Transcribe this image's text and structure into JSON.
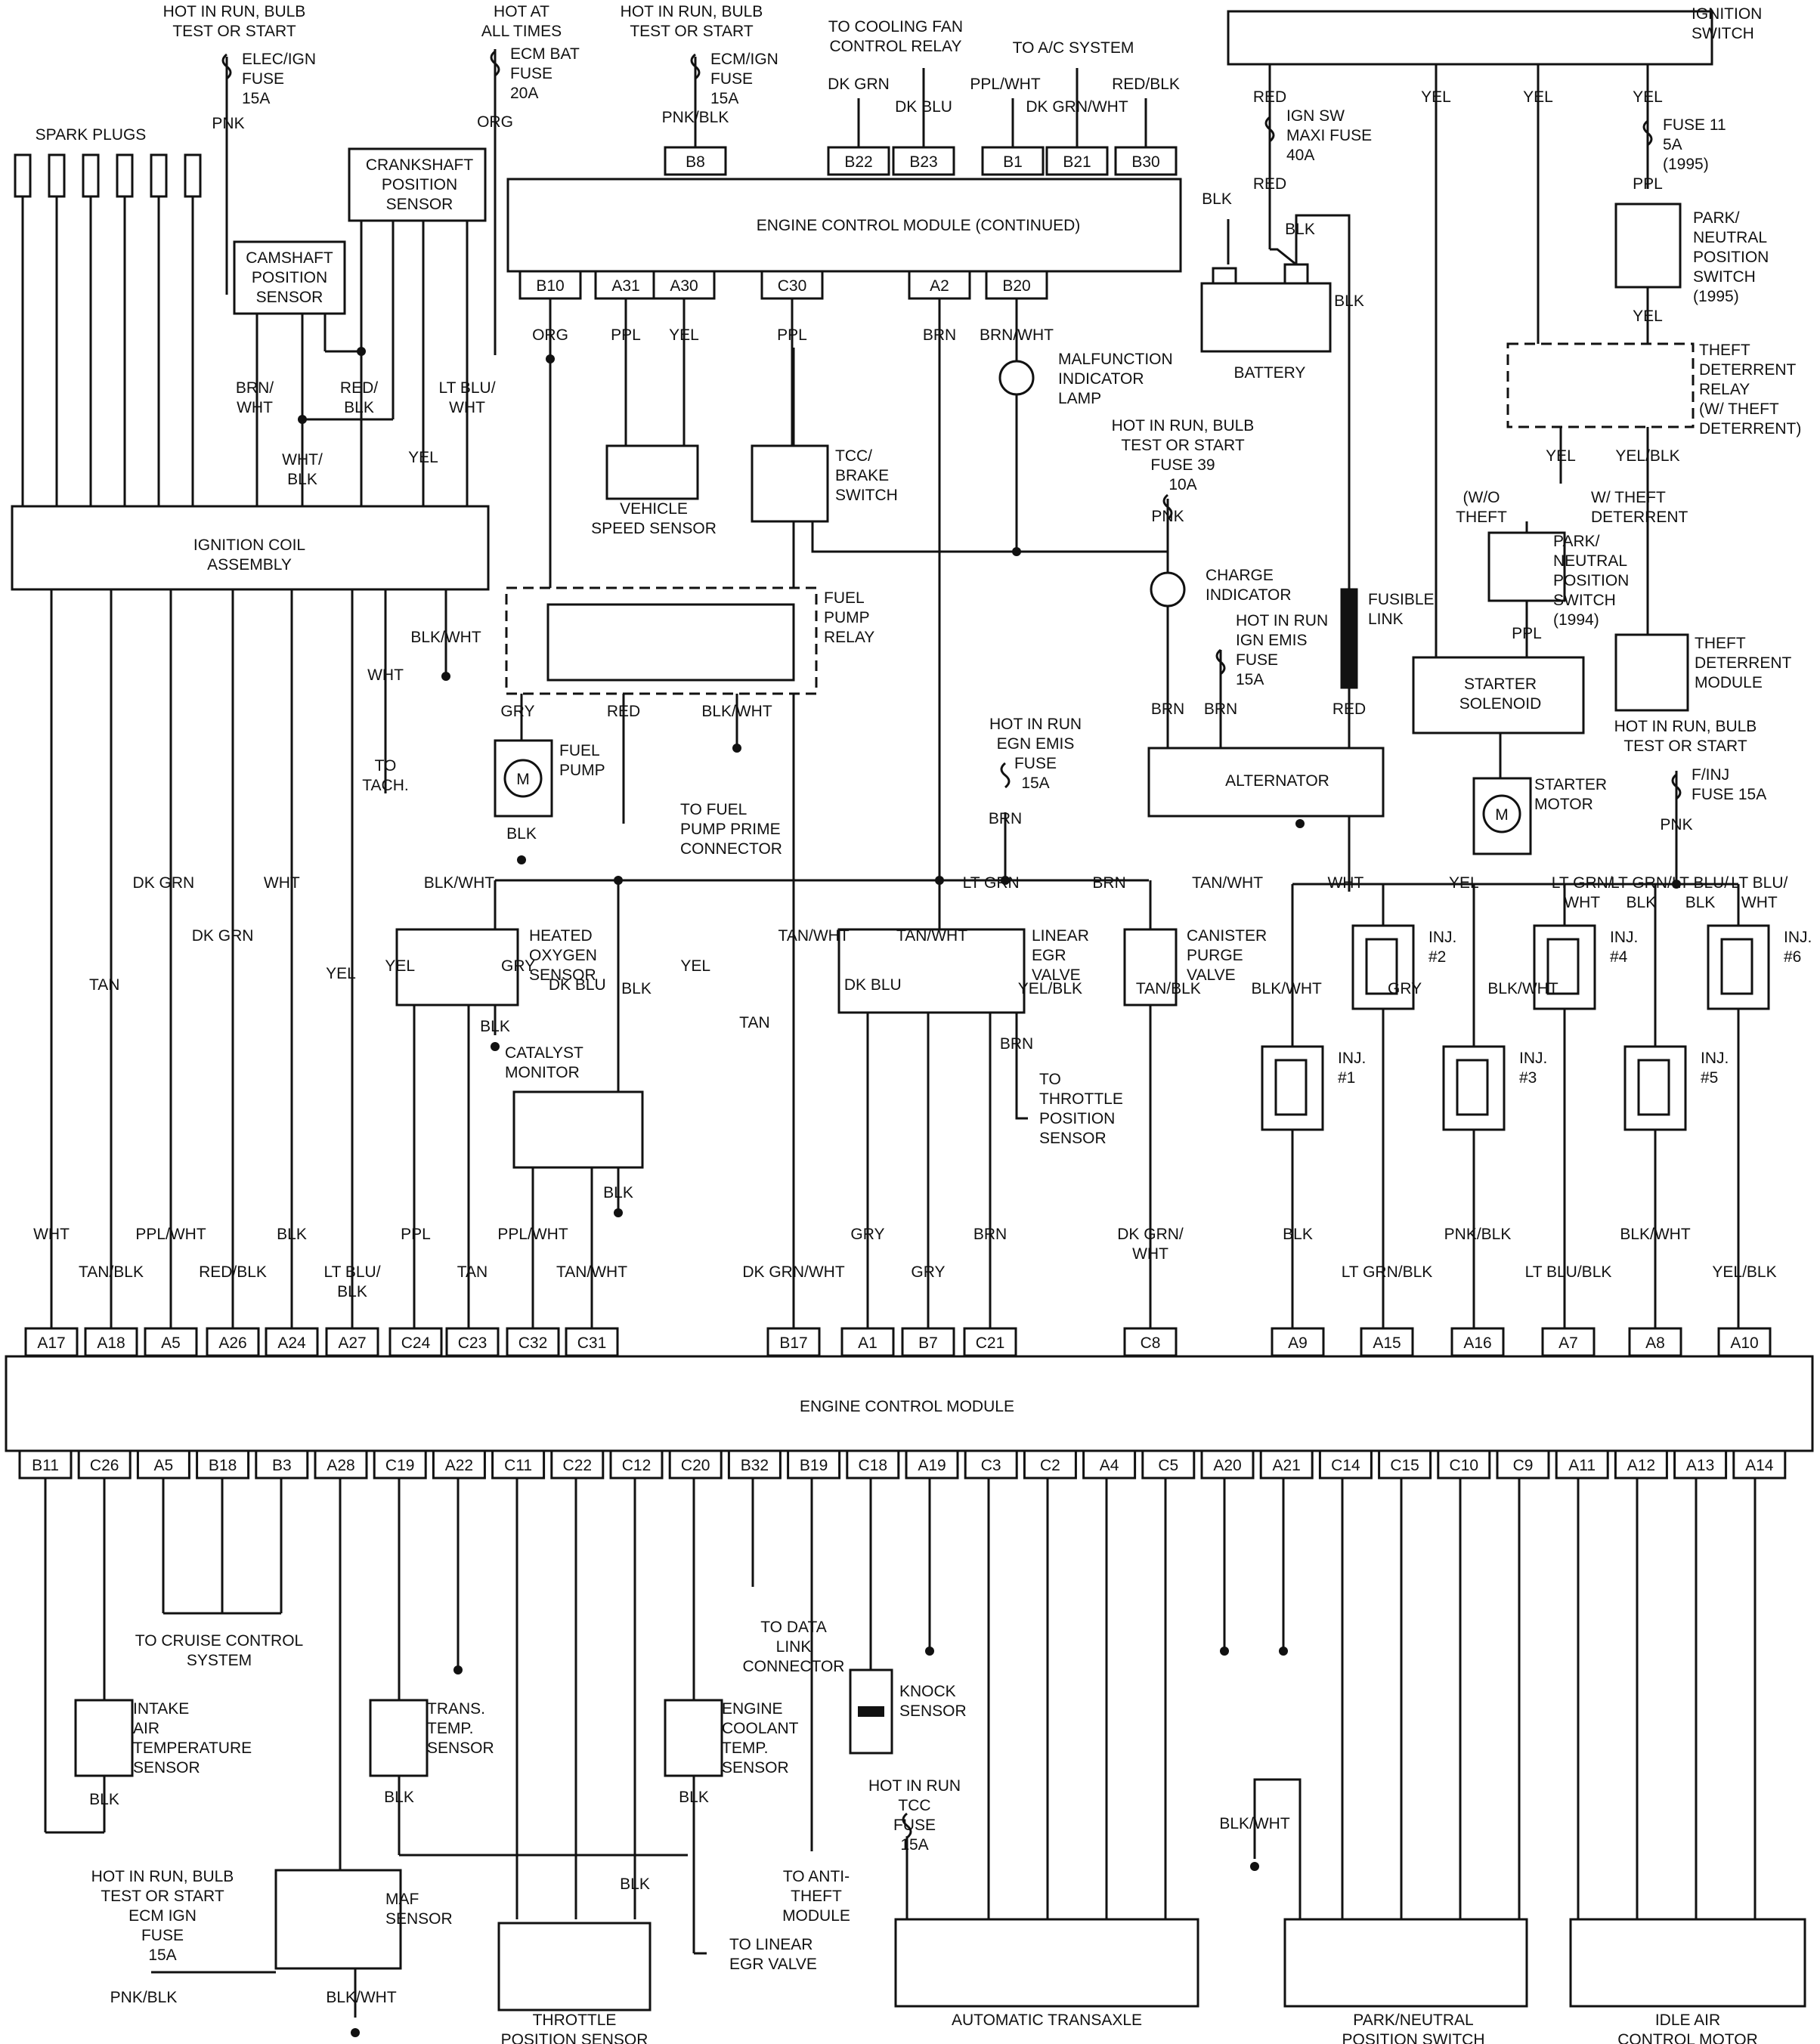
{
  "ecm": {
    "title": "ENGINE CONTROL MODULE",
    "title_cont": "ENGINE CONTROL MODULE (CONTINUED)",
    "top_pins": [
      "B8",
      "B22",
      "B23",
      "B1",
      "B21",
      "B30"
    ],
    "cont_bottom_pins": [
      "B10",
      "A31",
      "A30",
      "C30",
      "A2",
      "B20"
    ],
    "mid_pins": [
      "A17",
      "A18",
      "A5",
      "A26",
      "A24",
      "A27",
      "C24",
      "C23",
      "C32",
      "C31",
      "B17",
      "A1",
      "B7",
      "C21",
      "C8",
      "A9",
      "A15",
      "A16",
      "A7",
      "A8",
      "A10"
    ],
    "bot_pins": [
      "B11",
      "C26",
      "A5",
      "B18",
      "B3",
      "A28",
      "C19",
      "A22",
      "C11",
      "C22",
      "C12",
      "C20",
      "B32",
      "B19",
      "C18",
      "A19",
      "C3",
      "C2",
      "A4",
      "C5",
      "A20",
      "A21",
      "C14",
      "C15",
      "C10",
      "C9",
      "A11",
      "A12",
      "A13",
      "A14"
    ]
  },
  "power": {
    "hot1": "HOT IN RUN, BULB\nTEST OR START",
    "fuse1": "ELEC/IGN\nFUSE\n15A",
    "wire1": "PNK",
    "hot2": "HOT AT\nALL TIMES",
    "fuse2": "ECM BAT\nFUSE\n20A",
    "wire2": "ORG",
    "hot3": "HOT IN RUN, BULB\nTEST OR START",
    "fuse3": "ECM/IGN\nFUSE\n15A",
    "wire3": "PNK/BLK",
    "cooling": "TO COOLING FAN\nCONTROL RELAY",
    "ac": "TO A/C SYSTEM"
  },
  "top_wires": [
    "DK GRN",
    "DK BLU",
    "PPL/WHT",
    "DK GRN/WHT",
    "RED/BLK"
  ],
  "labels": {
    "spark": "SPARK PLUGS",
    "crank": "CRANKSHAFT\nPOSITION\nSENSOR",
    "cam": "CAMSHAFT\nPOSITION\nSENSOR",
    "coil": "IGNITION COIL\nASSEMBLY",
    "vss": "VEHICLE\nSPEED SENSOR",
    "tcc": "TCC/\nBRAKE\nSWITCH",
    "mil": "MALFUNCTION\nINDICATOR\nLAMP",
    "fpr": "FUEL\nPUMP\nRELAY",
    "fpump": "FUEL\nPUMP",
    "prime": "TO FUEL\nPUMP PRIME\nCONNECTOR",
    "tach": "TO\nTACH.",
    "battery": "BATTERY",
    "ignsw": "IGNITION\nSWITCH",
    "maxi": "IGN SW\nMAXI FUSE\n40A",
    "fuse11": "FUSE 11\n5A\n(1995)",
    "pnp1995": "PARK/\nNEUTRAL\nPOSITION\nSWITCH\n(1995)",
    "theftrelay": "THEFT\nDETERRENT\nRELAY\n(W/ THEFT\nDETERRENT)",
    "wo": "(W/O\nTHEFT",
    "withtheft": "W/ THEFT\nDETERRENT",
    "pnp1994": "PARK/\nNEUTRAL\nPOSITION\nSWITCH\n(1994)",
    "theftmod": "THEFT\nDETERRENT\nMODULE",
    "solenoid": "STARTER\nSOLENOID",
    "starter": "STARTER\nMOTOR",
    "hot39": "HOT IN RUN, BULB\nTEST OR START\nFUSE 39\n10A",
    "charge": "CHARGE\nINDICATOR",
    "fusible": "FUSIBLE\nLINK",
    "hotemis": "HOT IN RUN\nIGN EMIS\nFUSE\n15A",
    "alt": "ALTERNATOR",
    "egnemis": "HOT IN RUN\nEGN EMIS\nFUSE\n15A",
    "finj": "HOT IN RUN, BULB\nTEST OR START",
    "finjfuse": "F/INJ\nFUSE 15A",
    "ho2s": "HEATED\nOXYGEN\nSENSOR",
    "cat": "CATALYST\nMONITOR",
    "egr": "LINEAR\nEGR\nVALVE",
    "tps_to": "TO\nTHROTTLE\nPOSITION\nSENSOR",
    "canister": "CANISTER\nPURGE\nVALVE",
    "inj": [
      "INJ.\n#1",
      "INJ.\n#2",
      "INJ.\n#3",
      "INJ.\n#4",
      "INJ.\n#5",
      "INJ.\n#6"
    ],
    "cruise": "TO CRUISE CONTROL\nSYSTEM",
    "iat": "INTAKE\nAIR\nTEMPERATURE\nSENSOR",
    "tts": "TRANS.\nTEMP.\nSENSOR",
    "ect": "ENGINE\nCOOLANT\nTEMP.\nSENSOR",
    "dlc": "TO DATA\nLINK\nCONNECTOR",
    "knock": "KNOCK\nSENSOR",
    "antitheft": "TO ANTI-\nTHEFT\nMODULE",
    "tccfuse": "HOT IN RUN\nTCC\nFUSE\n15A",
    "maf": "MAF\nSENSOR",
    "ecmign": "HOT IN RUN, BULB\nTEST OR START\nECM IGN\nFUSE\n15A",
    "tps": "THROTTLE\nPOSITION SENSOR",
    "toegr": "TO LINEAR\nEGR VALVE",
    "trans": "AUTOMATIC TRANSAXLE",
    "pnp": "PARK/NEUTRAL\nPOSITION SWITCH",
    "iac": "IDLE AIR\nCONTROL MOTOR"
  },
  "wire_colors": {
    "cam_brnwht": "BRN/\nWHT",
    "crank_redblk": "RED/\nBLK",
    "whtblk": "WHT/\nBLK",
    "ltbluwht": "LT BLU/\nWHT",
    "yel": "YEL",
    "red": "RED",
    "blk": "BLK",
    "yelblk": "YEL/BLK",
    "ppl": "PPL",
    "org": "ORG",
    "brn": "BRN",
    "brnwht": "BRN/WHT",
    "gry": "GRY",
    "blkwht": "BLK/WHT",
    "wht": "WHT",
    "pnk": "PNK",
    "pnkblk": "PNK/BLK",
    "mid": [
      "WHT",
      "TAN/BLK",
      "PPL/WHT",
      "RED/BLK",
      "BLK",
      "LT BLU/\nBLK",
      "PPL",
      "TAN",
      "PPL/WHT",
      "TAN/WHT",
      "DK GRN/WHT",
      "GRY",
      "GRY",
      "BRN",
      "DK GRN/\nWHT",
      "BLK",
      "LT GRN/BLK",
      "PNK/BLK",
      "LT BLU/BLK",
      "BLK/WHT",
      "YEL/BLK"
    ],
    "bot": [
      "TAN",
      "DK GRN",
      "DK GRN",
      "WHT",
      "YEL",
      "YEL",
      "BLK/WHT",
      "GRY",
      "DK BLU",
      "BLK",
      "YEL",
      "TAN",
      "TAN/WHT",
      "DK BLU",
      "TAN/WHT",
      "LT GRN",
      "YEL/BLK",
      "BRN",
      "TAN/BLK",
      "TAN/WHT",
      "BLK/WHT",
      "WHT",
      "GRY",
      "YEL",
      "BLK/WHT",
      "LT GRN/\nWHT",
      "LT GRN/\nBLK",
      "LT BLU/\nBLK",
      "LT BLU/\nWHT"
    ]
  }
}
